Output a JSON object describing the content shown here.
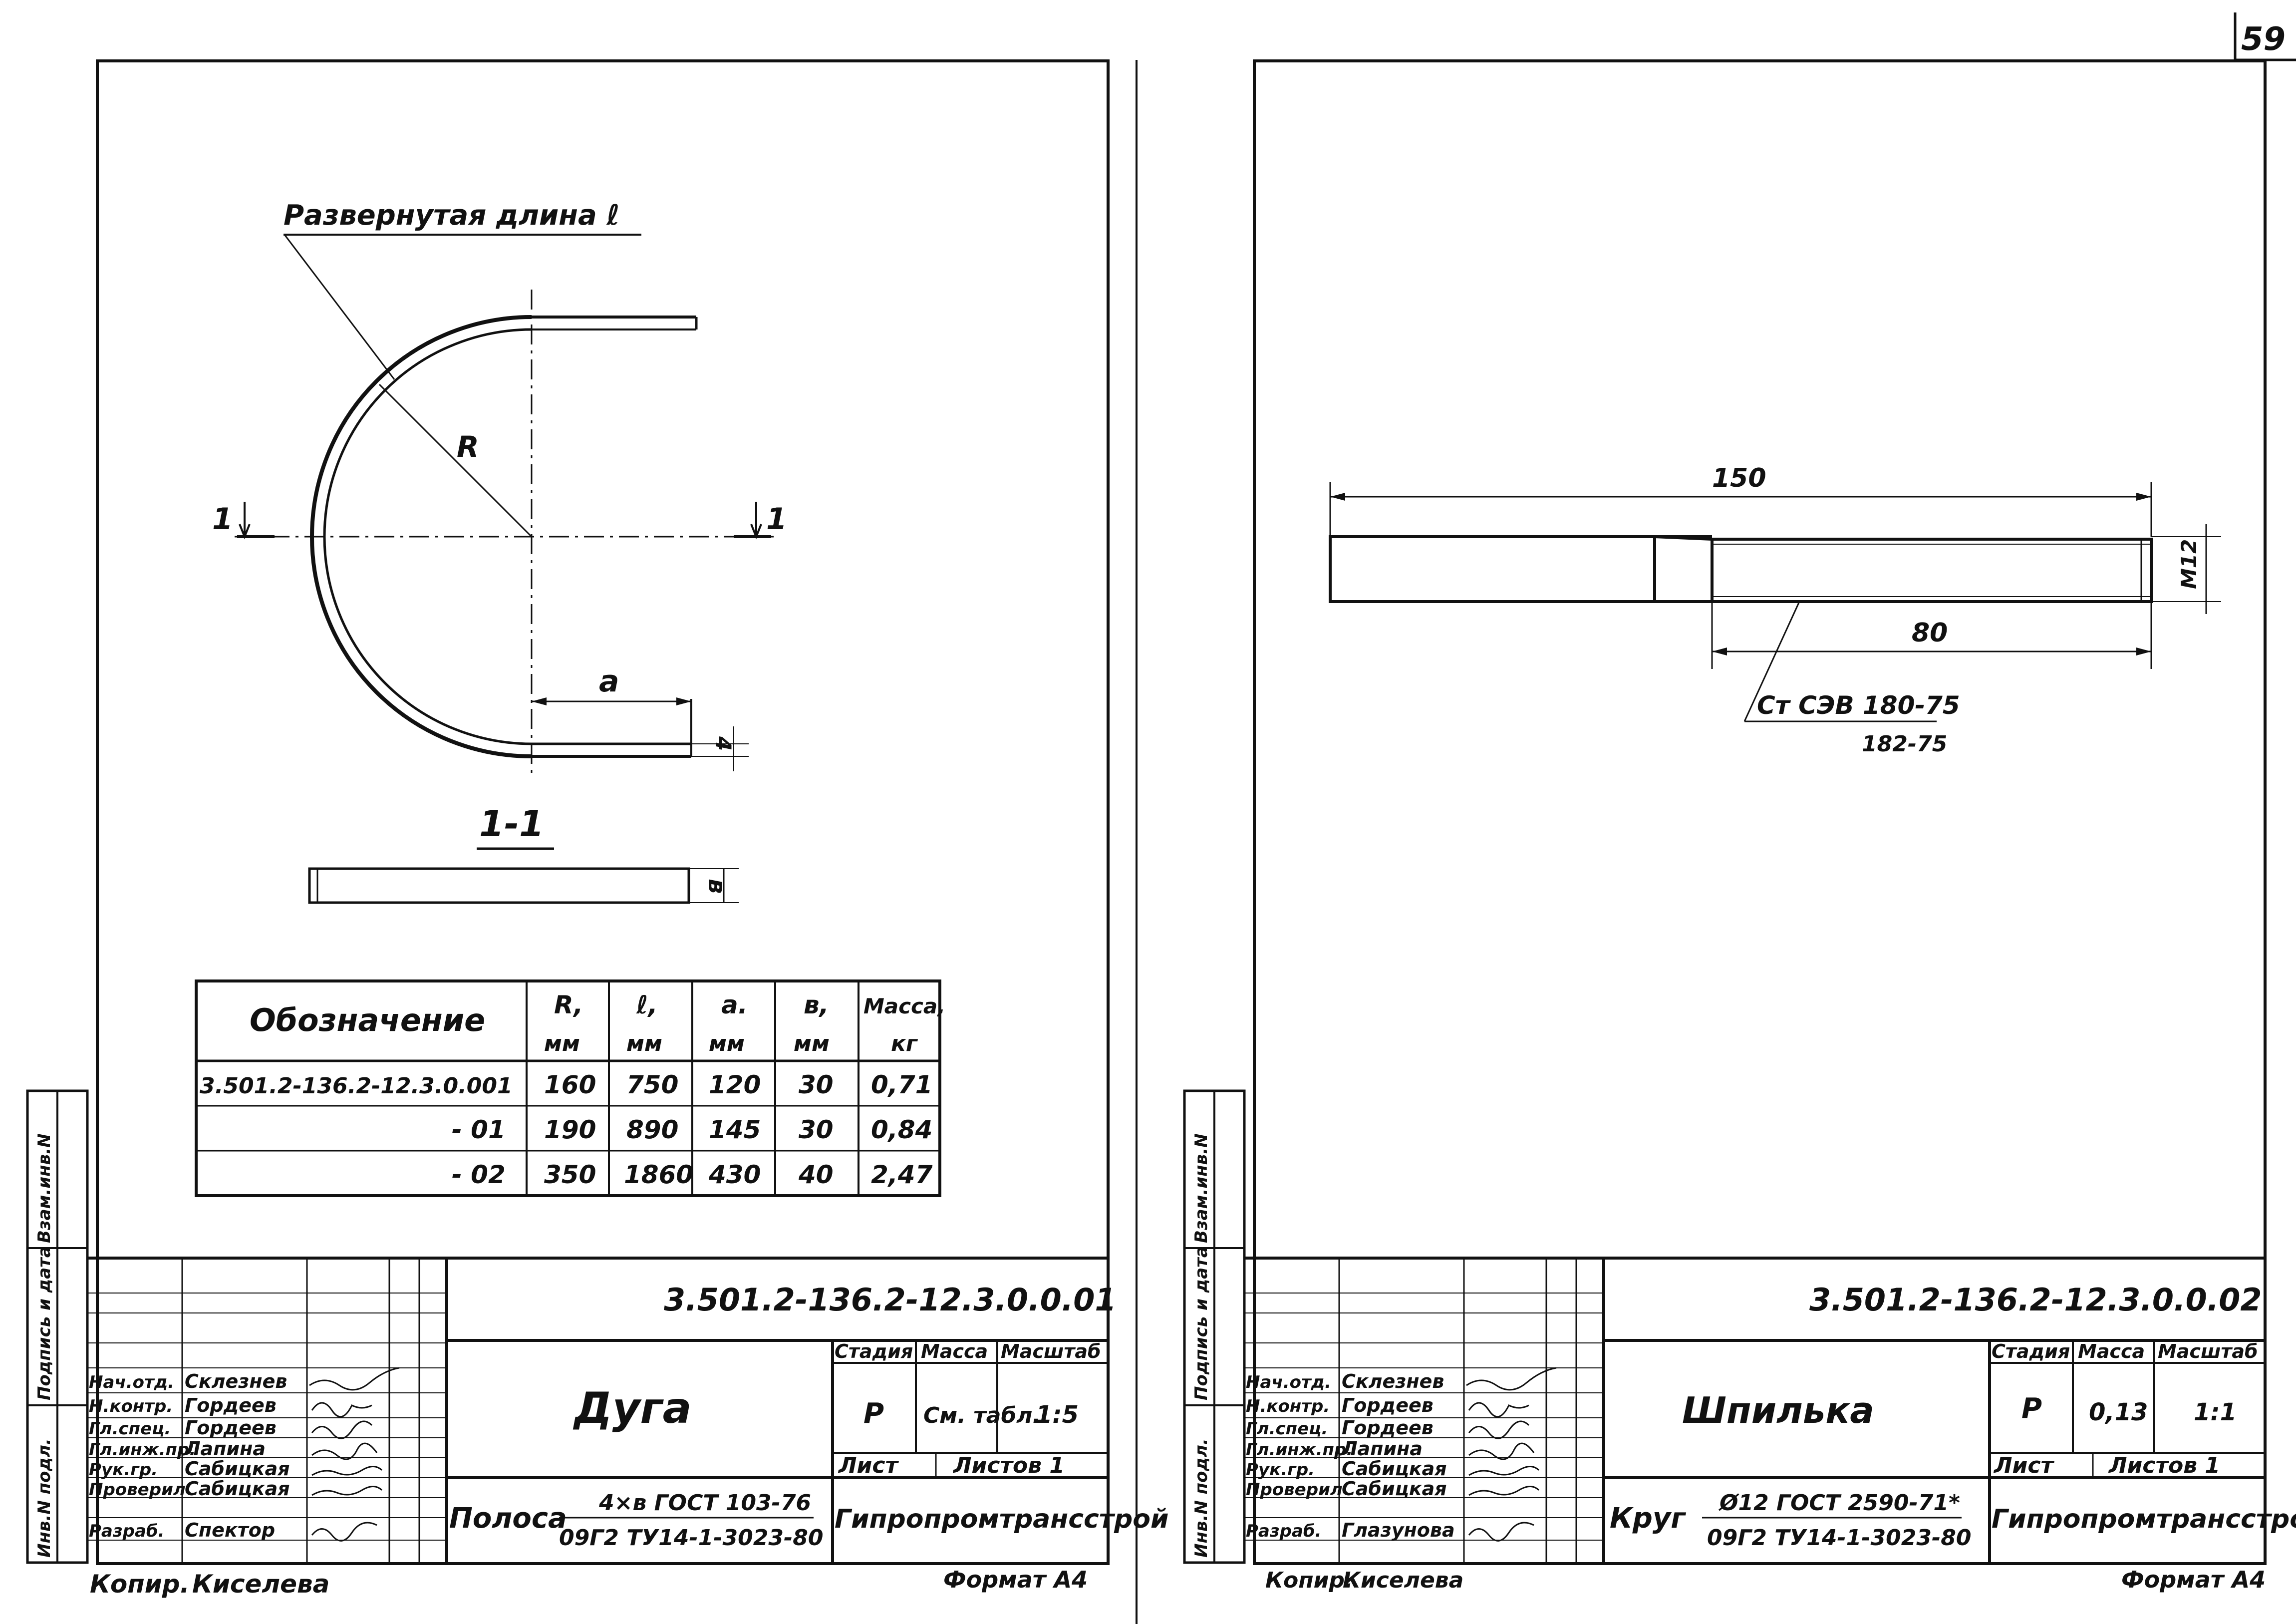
{
  "page_number": "59",
  "left_sheet": {
    "callout_label": "Развернутая длина ℓ",
    "radius_label": "R",
    "section_marker": "1",
    "section_title": "1-1",
    "dim_a": "a",
    "dim_t": "4",
    "dim_b": "в",
    "table": {
      "header": {
        "designation": "Обозначение",
        "r": "R,",
        "r_unit": "мм",
        "l": "ℓ,",
        "l_unit": "мм",
        "a": "a.",
        "a_unit": "мм",
        "b": "в,",
        "b_unit": "мм",
        "mass": "Масса,",
        "mass_unit": "кг"
      },
      "rows": [
        {
          "designation": "3.501.2-136.2-12.3.0.001",
          "r": "160",
          "l": "750",
          "a": "120",
          "b": "30",
          "mass": "0,71"
        },
        {
          "designation": "- 01",
          "r": "190",
          "l": "890",
          "a": "145",
          "b": "30",
          "mass": "0,84"
        },
        {
          "designation": "- 02",
          "r": "350",
          "l": "1860",
          "a": "430",
          "b": "40",
          "mass": "2,47"
        }
      ]
    },
    "title_block": {
      "code": "3.501.2-136.2-12.3.0.0.01",
      "name": "Дуга",
      "stage_label": "Стадия",
      "mass_label": "Масса",
      "scale_label": "Масштаб",
      "stage": "Р",
      "mass": "См. табл.",
      "scale": "1:5",
      "sheet_label": "Лист",
      "sheets_label": "Листов 1",
      "material_kind": "Полоса",
      "material_top": "4×в ГОСТ 103-76",
      "material_bottom": "09Г2 ТУ14-1-3023-80",
      "org": "Гипропромтрансстрой",
      "roles": [
        "Нач.отд.",
        "Н.контр.",
        "Гл.спец.",
        "Гл.инж.пр.",
        "Рук.гр.",
        "Проверил",
        "Разраб."
      ],
      "names": [
        "Склезнев",
        "Гордеев",
        "Гордеев",
        "Лапина",
        "Сабицкая",
        "Сабицкая",
        "Спектор"
      ],
      "side_labels": [
        "Инв.N подл.",
        "Подпись и дата",
        "Взам.инв.N"
      ],
      "copied_by": "Копир.",
      "copier": "Киселева",
      "format": "Формат А4"
    }
  },
  "right_sheet": {
    "dim_total": "150",
    "dim_thread": "80",
    "dim_dia": "М12",
    "steel_top": "Ст СЭВ 180-75",
    "steel_bottom": "182-75",
    "title_block": {
      "code": "3.501.2-136.2-12.3.0.0.02",
      "name": "Шпилька",
      "stage_label": "Стадия",
      "mass_label": "Масса",
      "scale_label": "Масштаб",
      "stage": "Р",
      "mass": "0,13",
      "scale": "1:1",
      "sheet_label": "Лист",
      "sheets_label": "Листов 1",
      "material_kind": "Круг",
      "material_top": "Ø12 ГОСТ 2590-71*",
      "material_bottom": "09Г2 ТУ14-1-3023-80",
      "org": "Гипропромтрансстрой",
      "roles": [
        "Нач.отд.",
        "Н.контр.",
        "Гл.спец.",
        "Гл.инж.пр.",
        "Рук.гр.",
        "Проверил",
        "Разраб."
      ],
      "names": [
        "Склезнев",
        "Гордеев",
        "Гордеев",
        "Лапина",
        "Сабицкая",
        "Сабицкая",
        "Глазунова"
      ],
      "side_labels": [
        "Инв.N подл.",
        "Подпись и дата",
        "Взам.инв.N"
      ],
      "copied_by": "Копир.",
      "copier": "Киселева",
      "format": "Формат А4"
    }
  }
}
